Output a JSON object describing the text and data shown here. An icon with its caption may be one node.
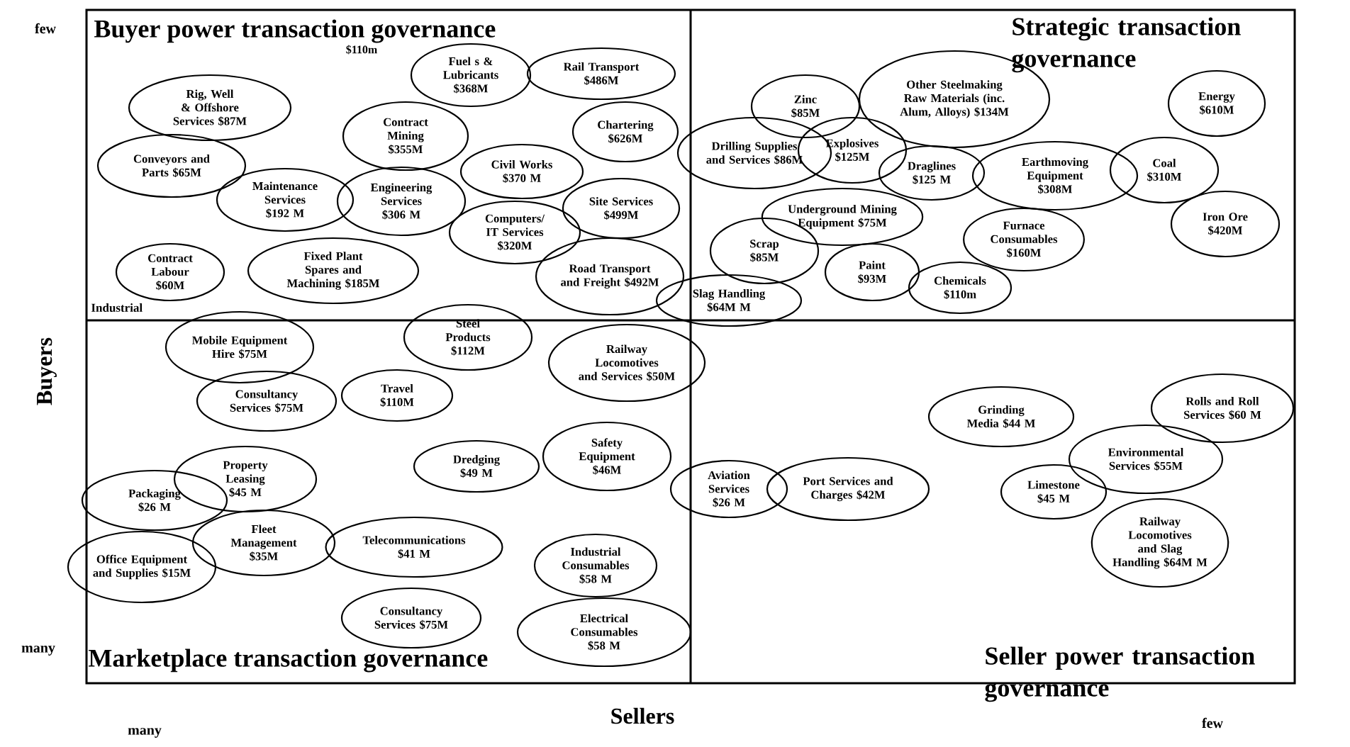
{
  "diagram": {
    "nodes": [
      {
        "text": [
          "Fuel s & Lubricants $368M"
        ]
      },
      {
        "text": [
          "Rail Transport $486M"
        ]
      },
      {
        "text": [
          "Zinc $85M"
        ]
      },
      {
        "text": [
          "Other Steelmaking Raw Materials (inc. Alum, Alloys) $134M"
        ]
      },
      {
        "text": [
          "Energy $610M"
        ]
      },
      {
        "text": [
          "Rig, Well & Offshore Services $87M"
        ]
      },
      {
        "text": [
          "Contract Mining $355M"
        ]
      },
      {
        "text": [
          "Chartering $626M"
        ]
      },
      {
        "text": [
          "Drilling Supplies and Services $86M"
        ]
      },
      {
        "text": [
          "Explosives $125M"
        ]
      },
      {
        "text": [
          "Conveyors and Parts $65M"
        ]
      },
      {
        "text": [
          "Civil Works $370 M"
        ]
      },
      {
        "text": [
          "Draglines $125 M"
        ]
      },
      {
        "text": [
          "Earthmoving Equipment $308M"
        ]
      },
      {
        "text": [
          "Coal $310M"
        ]
      },
      {
        "text": [
          "Maintenance Services $192 M"
        ]
      },
      {
        "text": [
          "Engineering Services $306 M"
        ]
      },
      {
        "text": [
          "Site Services $499M"
        ]
      },
      {
        "text": [
          "Underground Mining Equipment $75M"
        ]
      },
      {
        "text": [
          "Iron Ore $420M"
        ]
      },
      {
        "text": [
          "Computers/ IT Services $320M"
        ]
      },
      {
        "text": [
          "Furnace Consumables $160M"
        ]
      },
      {
        "text": [
          "Scrap $85M"
        ]
      },
      {
        "text": [
          "Contract Labour $60M"
        ]
      },
      {
        "text": [
          "Fixed Plant Spares and Machining $185M"
        ]
      },
      {
        "text": [
          "Paint $93M"
        ]
      },
      {
        "text": [
          "Road Transport and Freight $492M"
        ]
      },
      {
        "text": [
          "Chemicals $110m"
        ]
      },
      {
        "text": [
          "Slag Handling $64M M"
        ]
      },
      {
        "text": [
          "Mobile Equipment Hire $75M"
        ]
      },
      {
        "text": [
          "Steel Products $112M"
        ]
      },
      {
        "text": [
          "Railway Locomotives and Services $50M"
        ]
      },
      {
        "text": [
          "Consultancy Services $75M"
        ]
      },
      {
        "text": [
          "Travel $110M"
        ]
      },
      {
        "text": [
          "Rolls and Roll Services $60 M"
        ]
      },
      {
        "text": [
          "Grinding Media $44 M"
        ]
      },
      {
        "text": [
          "Safety Equipment $46M"
        ]
      },
      {
        "text": [
          "Environmental Services $55M"
        ]
      },
      {
        "text": [
          "Dredging $49 M"
        ]
      },
      {
        "text": [
          "Property Leasing $45 M"
        ]
      },
      {
        "text": [
          "Aviation Services $26 M"
        ]
      },
      {
        "text": [
          "Port Services and Charges $42M"
        ]
      },
      {
        "text": [
          "Limestone $45 M"
        ]
      },
      {
        "text": [
          "Packaging $26 M"
        ]
      },
      {
        "text": [
          "Fleet Management $35M"
        ]
      },
      {
        "text": [
          "Telecommunications $41 M"
        ]
      },
      {
        "text": [
          "Railway Locomotives and Slag Handling $64M M"
        ]
      },
      {
        "text": [
          "Industrial Consumables $58 M"
        ]
      },
      {
        "text": [
          "Office Equipment and Supplies $15M"
        ]
      },
      {
        "text": [
          "Consultancy Services $75M"
        ]
      },
      {
        "text": [
          "Electrical Consumables $58 M"
        ]
      }
    ],
    "labels": [
      "few",
      "Buyer power transaction governance",
      "$110m",
      "Strategic transaction governance",
      "Industrial",
      "Buyers",
      "many",
      "Marketplace transaction governance",
      "Seller power transaction governance",
      "many",
      "Sellers",
      "few"
    ]
  }
}
